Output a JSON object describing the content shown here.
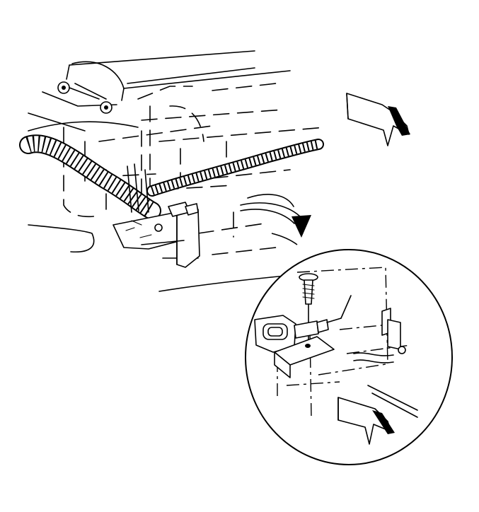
{
  "figure": {
    "kind": "service-manual-line-illustration",
    "accent_color": "#000000",
    "background_color": "#ffffff",
    "callouts": [
      {
        "name": "main-view-arrow",
        "icon": "direction-arrow-icon"
      },
      {
        "name": "detail-view-arrow",
        "icon": "direction-arrow-icon"
      },
      {
        "name": "zoom-arrow",
        "icon": "curved-arrow-icon"
      }
    ],
    "parts": [
      "wiring-harness-conduit",
      "sensor-bracket",
      "sensor-connector",
      "push-pin-fastener",
      "detail-magnifier-circle"
    ]
  }
}
